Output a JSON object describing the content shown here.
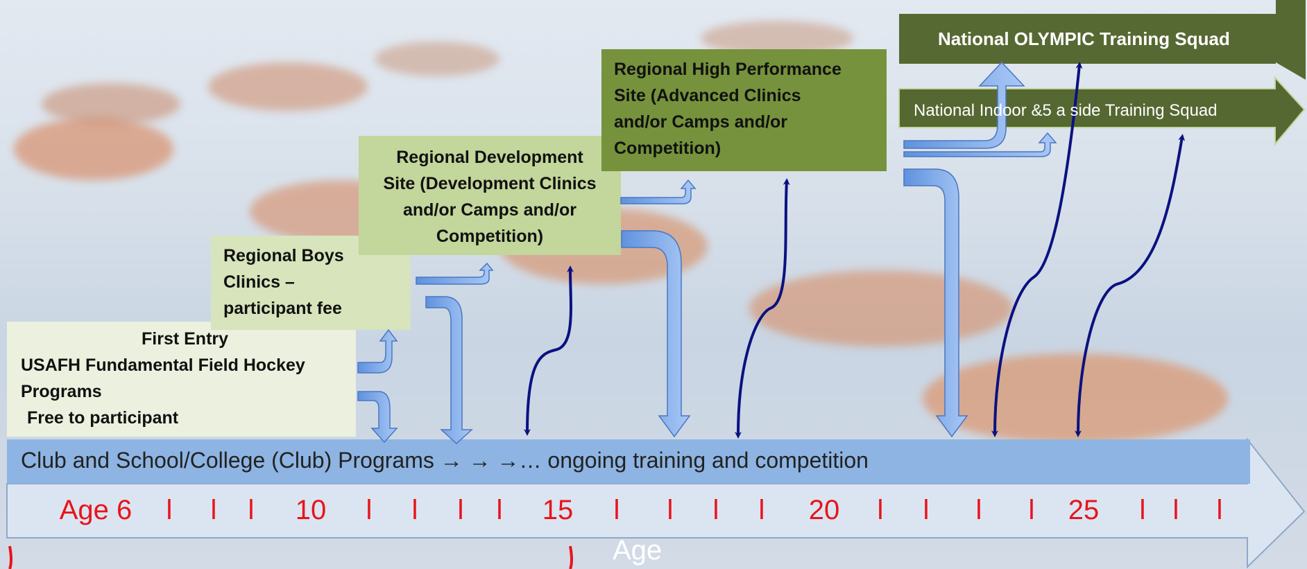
{
  "boxes": {
    "first_entry": {
      "title": "First Entry",
      "line1": "USAFH Fundamental Field Hockey",
      "line2": "Programs",
      "line3": "Free to participant"
    },
    "regional_boys": {
      "line1": "Regional Boys",
      "line2": "Clinics –",
      "line3": "participant fee"
    },
    "regional_development": {
      "line1": "Regional Development",
      "line2": "Site (Development Clinics",
      "line3": "and/or  Camps and/or",
      "line4": "Competition)"
    },
    "regional_high_performance": {
      "line1": "Regional High Performance",
      "line2": "Site (Advanced Clinics",
      "line3": "and/or  Camps and/or",
      "line4": "Competition)"
    },
    "olympic_squad": {
      "label": "National OLYMPIC Training Squad"
    },
    "indoor_squad": {
      "label": "National Indoor &5 a side Training Squad"
    }
  },
  "timeline": {
    "programs_text": "Club and School/College (Club) Programs  →  →  →… ongoing training and competition",
    "ticks": [
      "Age 6",
      "l",
      "l",
      "l",
      "10",
      "l",
      "l",
      "l",
      "l",
      "15",
      "l",
      "l",
      "l",
      "l",
      "20",
      "l",
      "l",
      "l",
      "l",
      "25",
      "l",
      "l",
      "l"
    ],
    "axis_title": "Age"
  },
  "colors": {
    "first_entry_bg": "#ebf1de",
    "regional_boys_bg": "#d7e4bc",
    "regional_dev_bg": "#c3d69b",
    "high_perf_bg": "#76923c",
    "squad_arrow": "#4f6228",
    "program_band": "#8db4e2",
    "timeline_arrow": "#dbe5f1",
    "tick_color": "#e8141b",
    "progress_arrow": "#7ba7e6",
    "link_arrow": "#0a1280"
  }
}
